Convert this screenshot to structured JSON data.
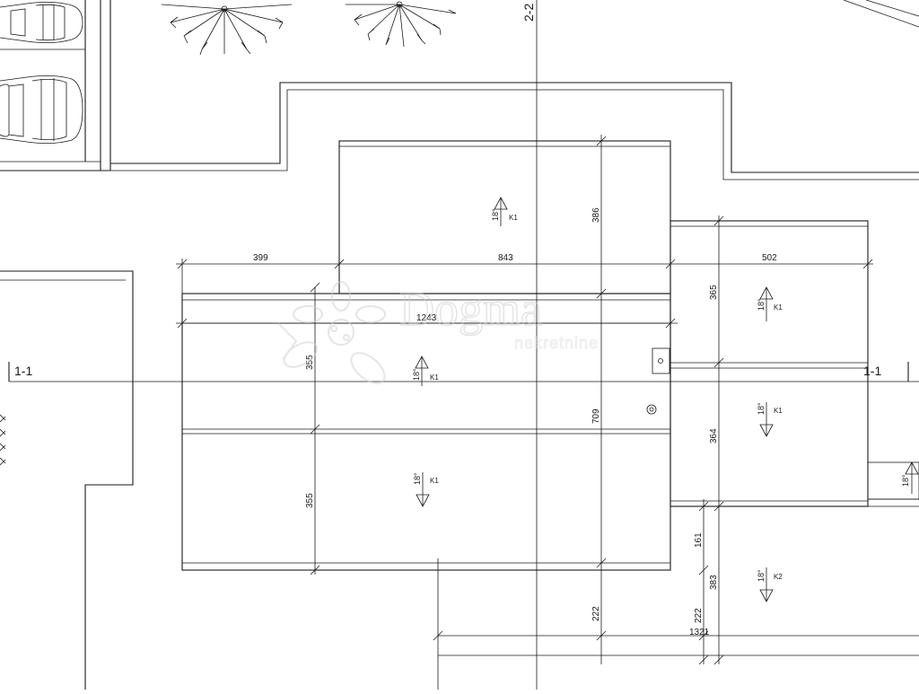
{
  "section_labels": {
    "left": "1-1",
    "right": "1-1",
    "top": "2-2"
  },
  "dimensions": {
    "d399": "399",
    "d843": "843",
    "d502": "502",
    "d1243": "1243",
    "d386": "386",
    "d365": "365",
    "d355a": "355",
    "d355b": "355",
    "d709": "709",
    "d364": "364",
    "d161": "161",
    "d383": "383",
    "d222a": "222",
    "d222b": "222",
    "d1321": "1321"
  },
  "roof_planes": [
    {
      "slope": "18°",
      "type": "K1",
      "direction": "up"
    },
    {
      "slope": "18°",
      "type": "K1",
      "direction": "up"
    },
    {
      "slope": "18°",
      "type": "K1",
      "direction": "down"
    },
    {
      "slope": "18°",
      "type": "K1",
      "direction": "up"
    },
    {
      "slope": "18°",
      "type": "K1",
      "direction": "down"
    },
    {
      "slope": "18°",
      "type": "K2",
      "direction": "down"
    },
    {
      "slope": "18°",
      "type": "",
      "direction": "up"
    }
  ],
  "watermark": {
    "name": "Dogma",
    "tagline": "nekretnine"
  },
  "colors": {
    "line": "#1a1a1a",
    "watermark": "#d9d9d9"
  }
}
